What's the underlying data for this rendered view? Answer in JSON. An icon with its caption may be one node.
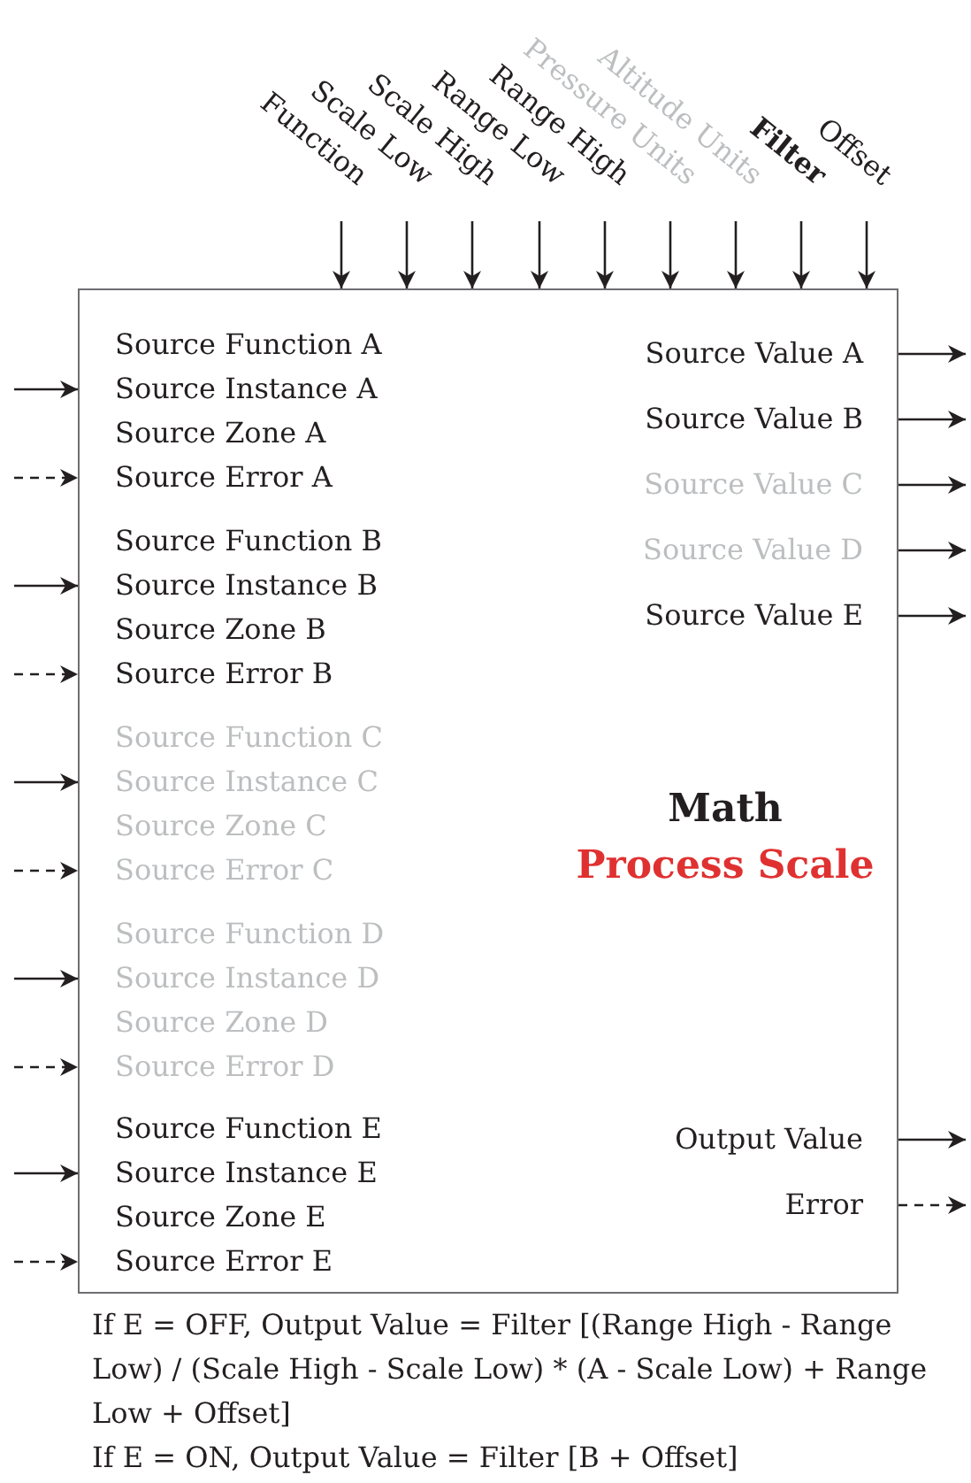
{
  "diagram": {
    "nodes": [
      {
        "text": [
          "Function"
        ]
      },
      {
        "text": [
          "Scale Low"
        ]
      },
      {
        "text": [
          "Scale High"
        ]
      },
      {
        "text": [
          "Range Low"
        ]
      },
      {
        "text": [
          "Range High"
        ]
      },
      {
        "text": [
          "Pressure Units"
        ]
      },
      {
        "text": [
          "Altitude Units"
        ]
      },
      {
        "text": [
          "Filter"
        ]
      },
      {
        "text": [
          "Offset"
        ]
      },
      {
        "text": [
          "Math",
          "Process Scale"
        ]
      },
      {
        "text": [
          "Source Instance A"
        ],
        "in": 9
      },
      {
        "text": [
          "Source Error A"
        ],
        "in": 9
      },
      {
        "text": [
          "Source Instance B"
        ],
        "in": 9
      },
      {
        "text": [
          "Source Error B"
        ],
        "in": 9
      },
      {
        "text": [
          "Source Instance C"
        ],
        "in": 9
      },
      {
        "text": [
          "Source Error C"
        ],
        "in": 9
      },
      {
        "text": [
          "Source Instance D"
        ],
        "in": 9
      },
      {
        "text": [
          "Source Error D"
        ],
        "in": 9
      },
      {
        "text": [
          "Source Instance E"
        ],
        "in": 9
      },
      {
        "text": [
          "Source Error E"
        ],
        "in": 9
      },
      {
        "text": [
          "Source Value A"
        ],
        "in": 9
      },
      {
        "text": [
          "Source Value B"
        ],
        "in": 9
      },
      {
        "text": [
          "Source Value C"
        ],
        "in": 9
      },
      {
        "text": [
          "Source Value D"
        ],
        "in": 9
      },
      {
        "text": [
          "Source Value E"
        ],
        "in": 9
      },
      {
        "text": [
          "Output Value"
        ],
        "in": 9
      },
      {
        "text": [
          "Error"
        ],
        "in": 9
      }
    ],
    "edges": [
      {
        "from": 0,
        "to": 9,
        "arrow": "to"
      },
      {
        "from": 1,
        "to": 9,
        "arrow": "to"
      },
      {
        "from": 2,
        "to": 9,
        "arrow": "to"
      },
      {
        "from": 3,
        "to": 9,
        "arrow": "to"
      },
      {
        "from": 4,
        "to": 9,
        "arrow": "to"
      },
      {
        "from": 5,
        "to": 9,
        "arrow": "to"
      },
      {
        "from": 6,
        "to": 9,
        "arrow": "to"
      },
      {
        "from": 7,
        "to": 9,
        "arrow": "to"
      },
      {
        "from": 8,
        "to": 9,
        "arrow": "to"
      },
      {
        "from": null,
        "to": 10,
        "arrow": "to"
      },
      {
        "from": null,
        "to": 11,
        "arrow": "to",
        "style": "dashed"
      },
      {
        "from": null,
        "to": 12,
        "arrow": "to"
      },
      {
        "from": null,
        "to": 13,
        "arrow": "to",
        "style": "dashed"
      },
      {
        "from": null,
        "to": 14,
        "arrow": "to"
      },
      {
        "from": null,
        "to": 15,
        "arrow": "to",
        "style": "dashed"
      },
      {
        "from": null,
        "to": 16,
        "arrow": "to"
      },
      {
        "from": null,
        "to": 17,
        "arrow": "to",
        "style": "dashed"
      },
      {
        "from": null,
        "to": 18,
        "arrow": "to"
      },
      {
        "from": null,
        "to": 19,
        "arrow": "to",
        "style": "dashed"
      },
      {
        "from": 20,
        "to": null,
        "arrow": "to"
      },
      {
        "from": 21,
        "to": null,
        "arrow": "to"
      },
      {
        "from": 22,
        "to": null,
        "arrow": "to"
      },
      {
        "from": 23,
        "to": null,
        "arrow": "to"
      },
      {
        "from": 24,
        "to": null,
        "arrow": "to"
      },
      {
        "from": 25,
        "to": null,
        "arrow": "to"
      },
      {
        "from": 26,
        "to": null,
        "arrow": "to",
        "style": "dashed"
      }
    ],
    "labels": [
      "Source Function A",
      "Source Zone A",
      "Source Function B",
      "Source Zone B",
      "Source Function C",
      "Source Zone C",
      "Source Function D",
      "Source Zone D",
      "Source Function E",
      "Source Zone E",
      "If E = OFF,  Output Value = Filter [(Range High - Range Low) / (Scale High - Scale Low) * (A - Scale Low) + Range Low + Offset]",
      "If E = ON,  Output Value = Filter [B + Offset]"
    ]
  }
}
